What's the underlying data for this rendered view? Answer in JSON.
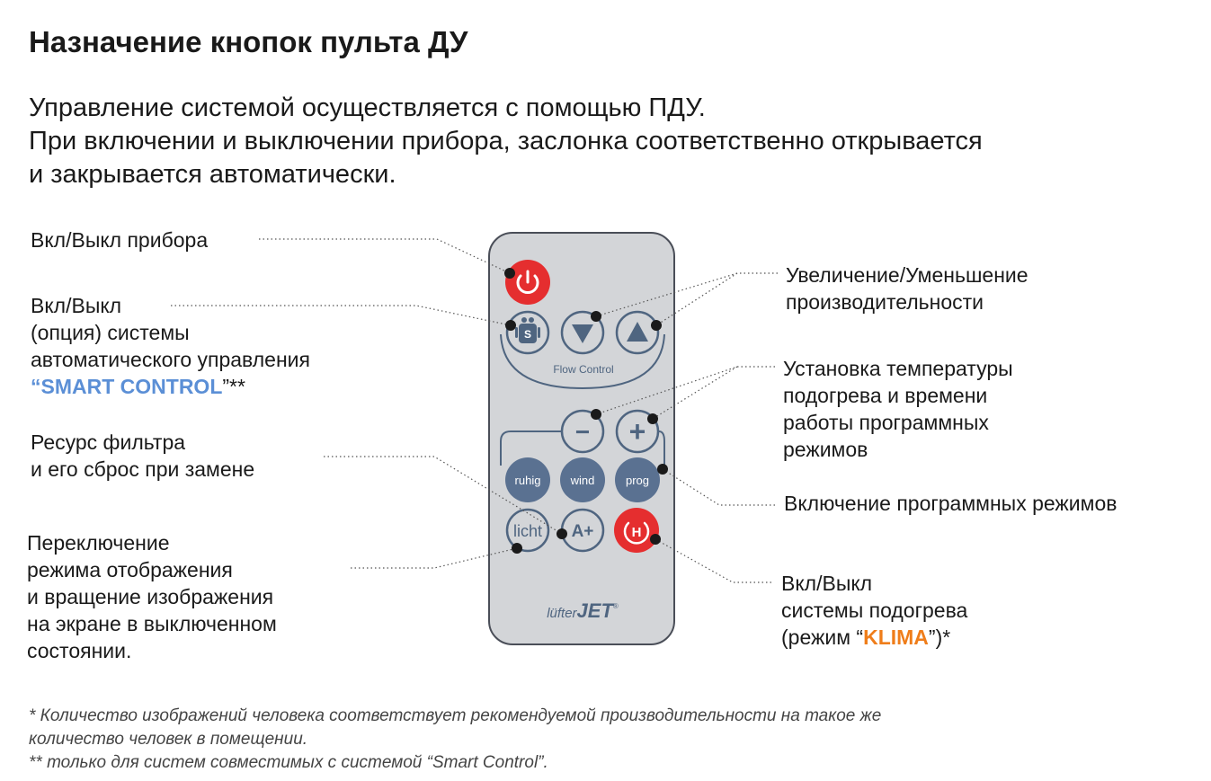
{
  "title": "Назначение кнопок пульта ДУ",
  "intro": {
    "line1": "Управление системой осуществляется с помощью ПДУ.",
    "line2": "При включении и выключении прибора, заслонка соответственно открывается",
    "line3": "и закрывается автоматически."
  },
  "left_labels": {
    "power": "Вкл/Выкл прибора",
    "smart": {
      "line1": "Вкл/Выкл",
      "line2": "(опция) системы",
      "line3": "автоматического управления",
      "quote_open": "“",
      "highlight": "SMART CONTROL",
      "quote_close": "”**"
    },
    "filter": {
      "line1": "Ресурс фильтра",
      "line2": "и его сброс при замене"
    },
    "display": {
      "line1": "Переключение",
      "line2": "режима отображения",
      "line3": "и вращение изображения",
      "line4": "на экране в выключенном",
      "line5": "состоянии."
    }
  },
  "right_labels": {
    "flow": {
      "line1": "Увеличение/Уменьшение",
      "line2": "производительности"
    },
    "temp": {
      "line1": "Установка температуры",
      "line2": "подогрева и времени",
      "line3": "работы программных",
      "line4": "режимов"
    },
    "programs": "Включение программных режимов",
    "heating": {
      "line1": "Вкл/Выкл",
      "line2": "системы подогрева",
      "prefix": "(режим “",
      "highlight": "KLIMA",
      "suffix": "”)*"
    }
  },
  "remote": {
    "flow_control_label": "Flow Control",
    "smart_badge": "S",
    "btn_ruhig": "ruhig",
    "btn_wind": "wind",
    "btn_prog": "prog",
    "btn_licht": "licht",
    "btn_a_plus": "A+",
    "btn_minus": "−",
    "btn_plus": "+",
    "heat_badge": "H",
    "brand_prefix": "lüfter",
    "brand_main": "JET",
    "brand_mark": "®"
  },
  "footnotes": {
    "line1": "* Количество изображений человека соответствует рекомендуемой производительности на такое же",
    "line2": "количество человек в помещении.",
    "line3": "** только для систем совместимых с системой “Smart Control”."
  },
  "colors": {
    "remote_body": "#d3d5d8",
    "remote_border": "#4a4e58",
    "button_outline": "#4f6580",
    "button_fill": "#5a7191",
    "red_button": "#e52e2f",
    "accent_blue": "#5b8fd6",
    "accent_orange": "#ef7d1a"
  }
}
